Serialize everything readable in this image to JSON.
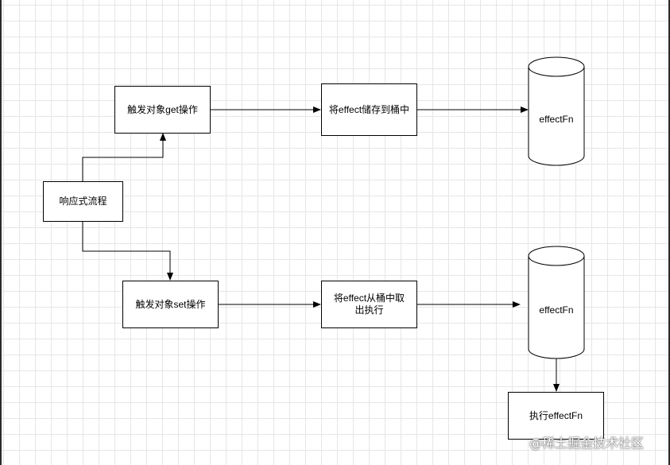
{
  "diagram": {
    "nodes": {
      "start": "响应式流程",
      "get_trigger": "触发对象get操作",
      "store_effect": "将effect储存到桶中",
      "effect_store": "effectFn",
      "set_trigger": "触发对象set操作",
      "take_effect": "将effect从桶中取出执行",
      "effect_run": "effectFn",
      "execute": "执行effectFn"
    },
    "edges": [
      {
        "from": "start",
        "to": "get_trigger"
      },
      {
        "from": "get_trigger",
        "to": "store_effect"
      },
      {
        "from": "store_effect",
        "to": "effect_store"
      },
      {
        "from": "start",
        "to": "set_trigger"
      },
      {
        "from": "set_trigger",
        "to": "take_effect"
      },
      {
        "from": "take_effect",
        "to": "effect_run"
      },
      {
        "from": "effect_run",
        "to": "execute"
      }
    ]
  },
  "watermark": "@稀土掘金技术社区",
  "colors": {
    "stroke": "#000000",
    "grid": "#e6e6e6",
    "background": "#ffffff"
  }
}
